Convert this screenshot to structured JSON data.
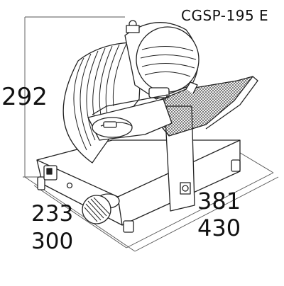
{
  "model": "CGSP-195 E",
  "dimensions": {
    "height": "292",
    "depth_a": "233",
    "depth_b": "300",
    "width_a": "381",
    "width_b": "430"
  },
  "colors": {
    "line": "#222222",
    "fill": "#ffffff",
    "hatch": "#444444"
  }
}
